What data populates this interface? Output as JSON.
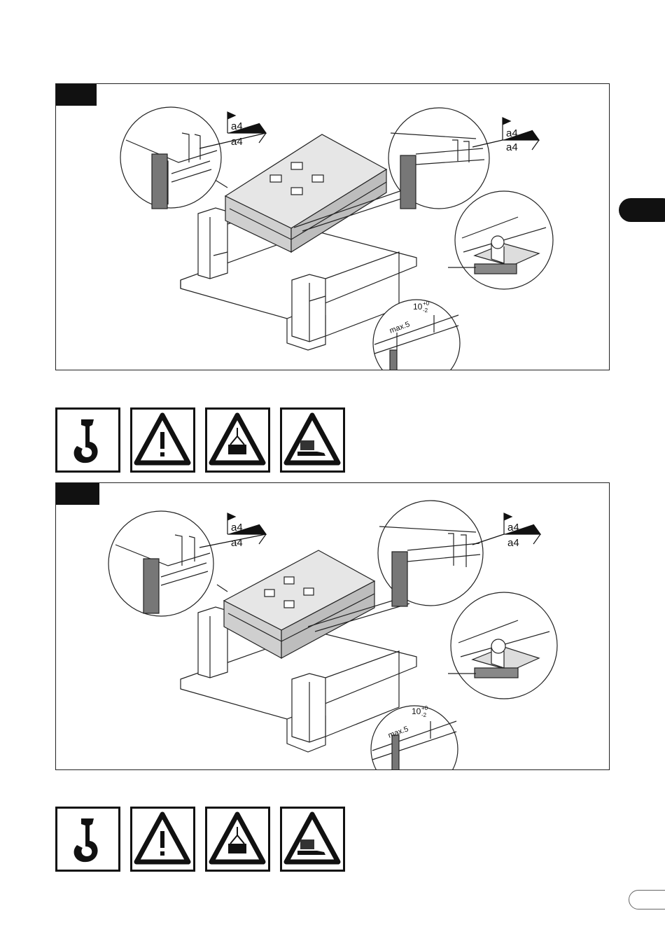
{
  "figure_1": {
    "weld_left": [
      "a4",
      "a4"
    ],
    "weld_right": [
      "a4",
      "a4"
    ],
    "dim_tolerance_main": "10",
    "dim_tolerance_sup": "+0",
    "dim_tolerance_sub": "-2",
    "dim_max": "max.5"
  },
  "figure_2": {
    "weld_left": [
      "a4",
      "a4"
    ],
    "weld_right": [
      "a4",
      "a4"
    ],
    "dim_tolerance_main": "10",
    "dim_tolerance_sup": "+0",
    "dim_tolerance_sub": "-2",
    "dim_max": "max.5"
  },
  "safety_icons": [
    "crane-hook-icon",
    "general-warning-icon",
    "suspended-load-warning-icon",
    "foot-crush-warning-icon"
  ]
}
